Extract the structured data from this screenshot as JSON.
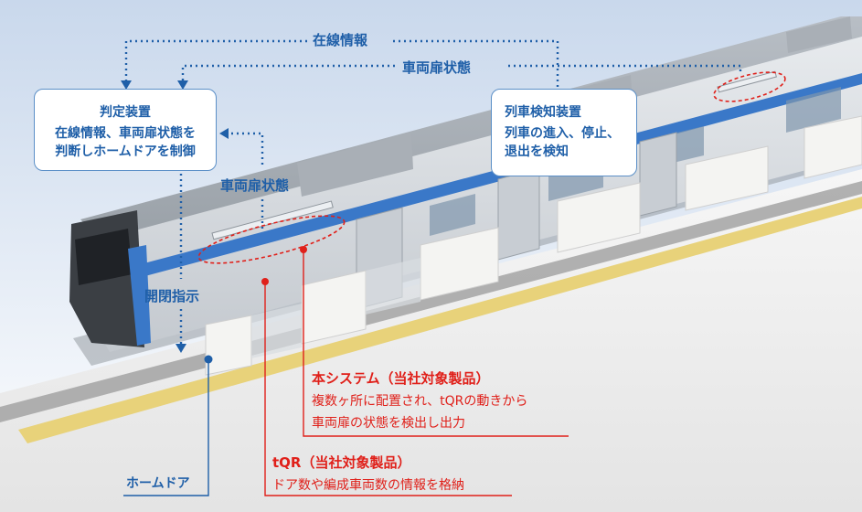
{
  "labels": {
    "line_info": "在線情報",
    "door_state_top": "車両扉状態",
    "door_state_mid": "車両扉状態",
    "open_close_command": "開閉指示",
    "home_door": "ホームドア"
  },
  "judge_box": {
    "title": "判定装置",
    "desc_line1": "在線情報、車両扉状態を",
    "desc_line2": "判断しホームドアを制御"
  },
  "detect_box": {
    "title": "列車検知装置",
    "desc_line1": "列車の進入、停止、",
    "desc_line2": "退出を検知"
  },
  "system_note": {
    "title": "本システム（当社対象製品）",
    "desc_line1": "複数ヶ所に配置され、tQRの動きから",
    "desc_line2": "車両扉の状態を検出し出力"
  },
  "tqr_note": {
    "title": "tQR（当社対象製品）",
    "desc_line1": "ドア数や編成車両数の情報を格納"
  },
  "colors": {
    "blue": "#1f5fa8",
    "red": "#e0201a",
    "train_body": "#d7dbe0",
    "train_stripe": "#3a78c8",
    "platform": "#f1f1f1",
    "sky": "#dfe8f4"
  }
}
